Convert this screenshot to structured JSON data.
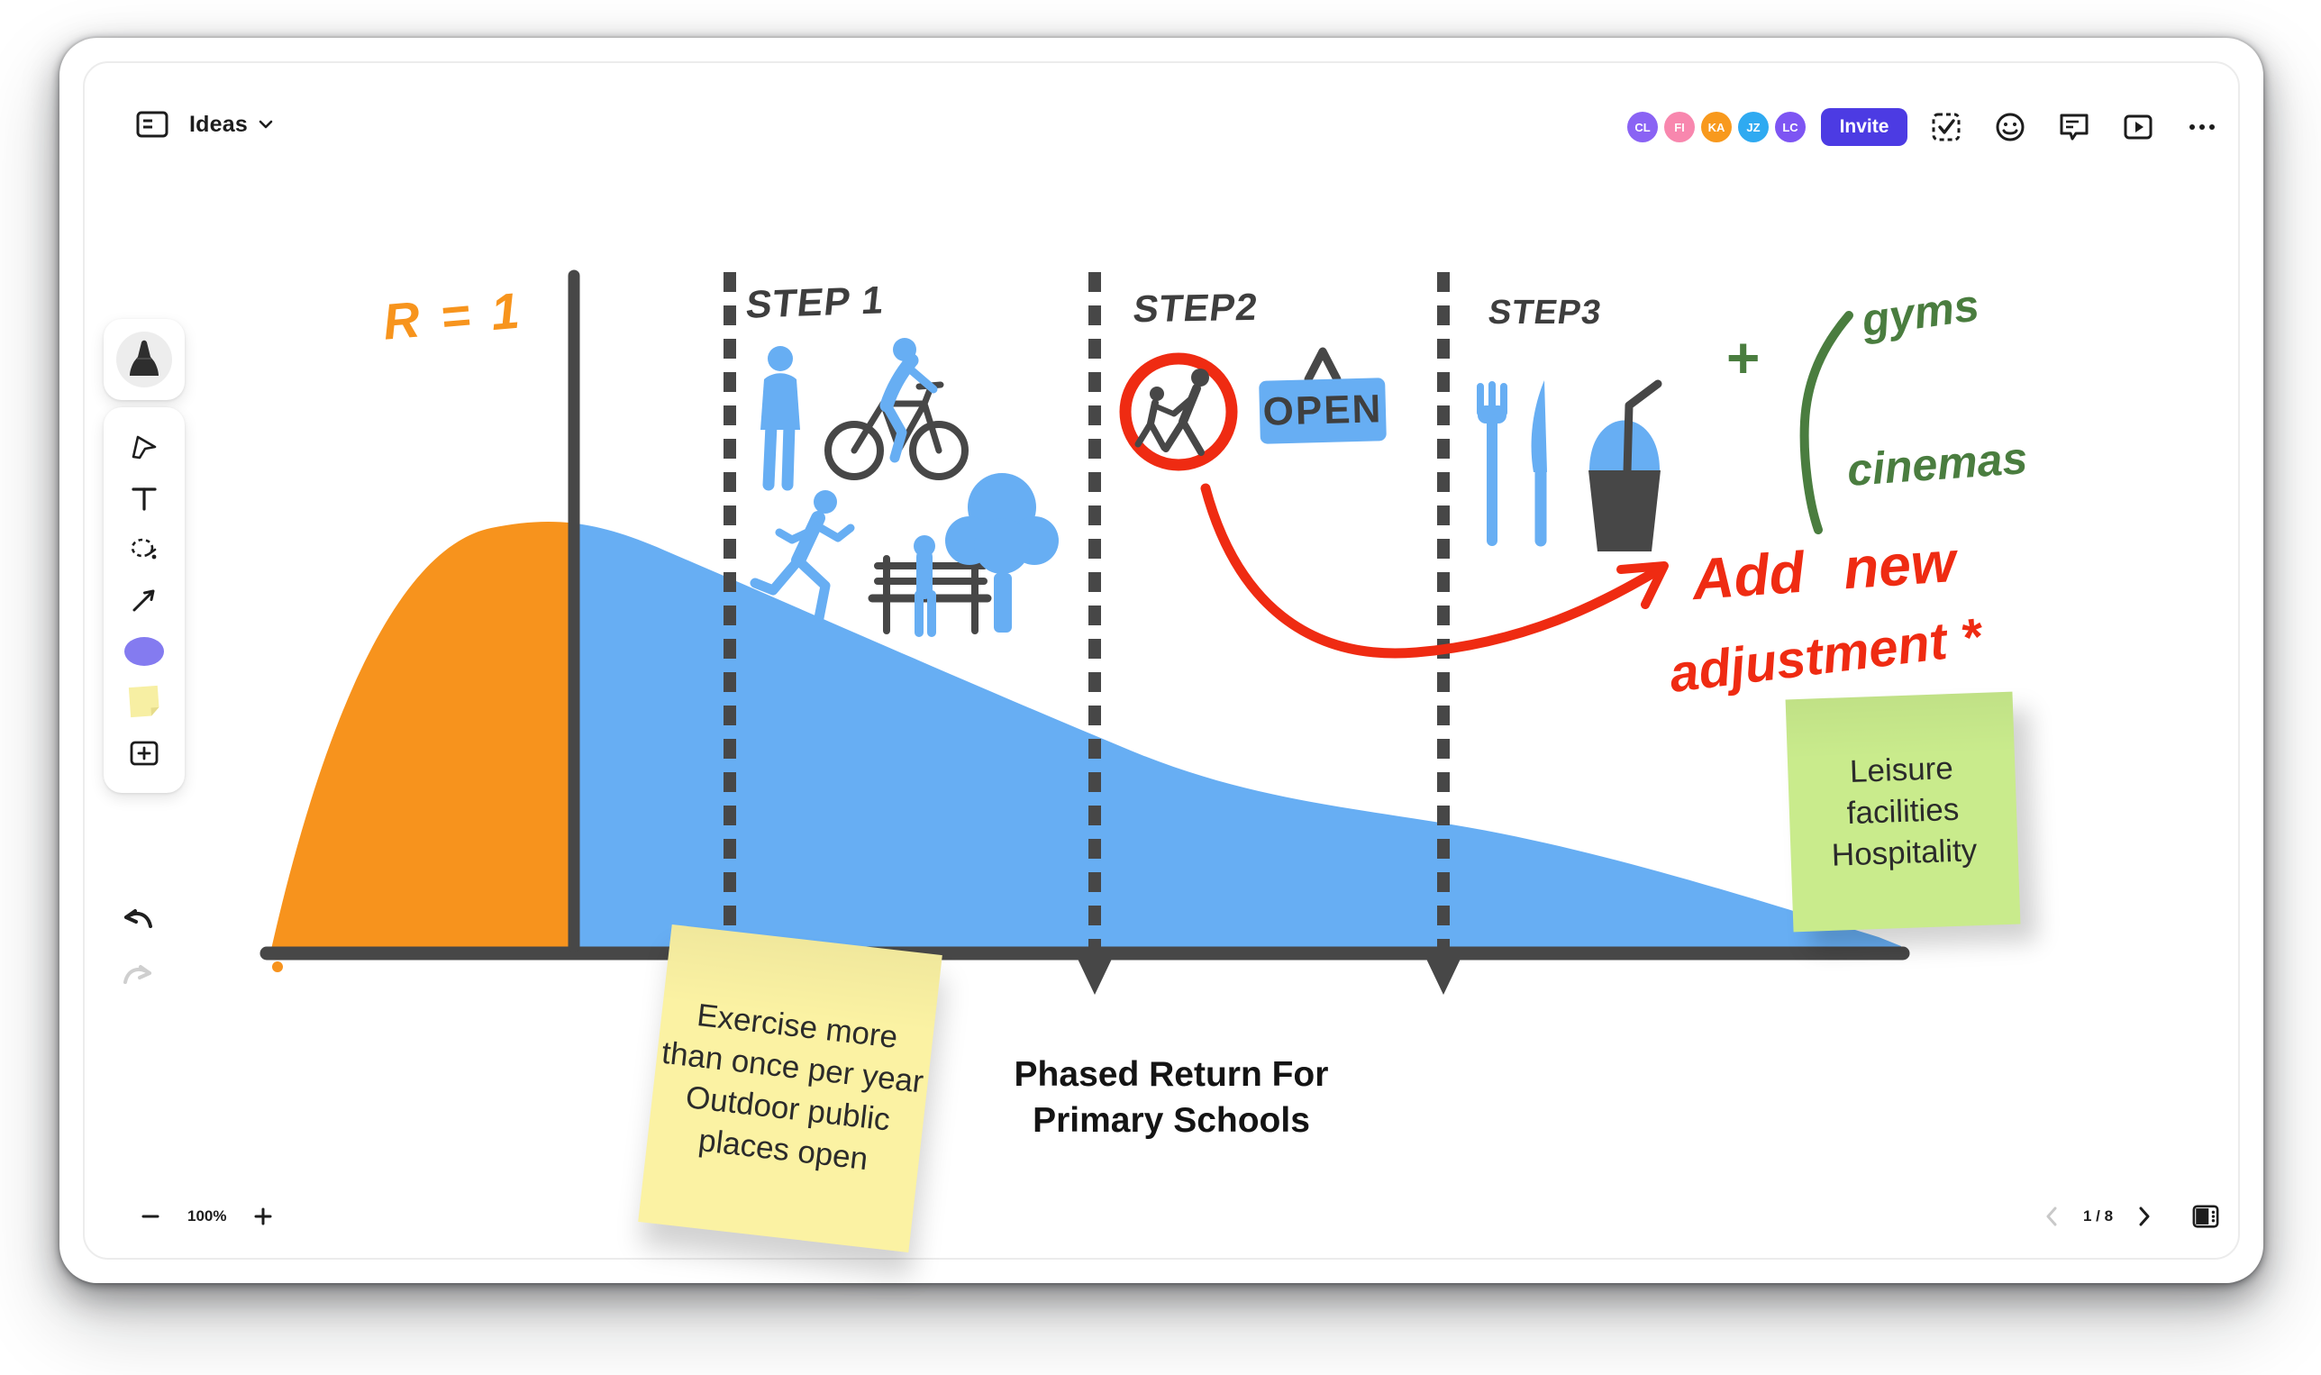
{
  "colors": {
    "blue": "#67AEF3",
    "orange": "#F7931D",
    "dark": "#474747",
    "red": "#EF2B12",
    "green_ink": "#4A7D3F",
    "sticky_yellow": "#FBF2A3",
    "sticky_green": "#C9EB8C",
    "invite_bg": "#4C3BE3",
    "tool_ellipse": "#847BF0",
    "tool_sticky": "#F7EFA3"
  },
  "header": {
    "board_name": "Ideas",
    "avatars": [
      {
        "initials": "CL",
        "color": "#8A63F4"
      },
      {
        "initials": "FI",
        "color": "#F887AE"
      },
      {
        "initials": "KA",
        "color": "#F8991D"
      },
      {
        "initials": "JZ",
        "color": "#2FAAF1"
      },
      {
        "initials": "LC",
        "color": "#7D55F3"
      }
    ],
    "invite_label": "Invite"
  },
  "canvas": {
    "r_label": "R = 1",
    "steps": [
      "STEP 1",
      "STEP2",
      "STEP3"
    ],
    "open_sign": "OPEN",
    "plus": "+",
    "gyms": "gyms",
    "cinemas": "cinemas",
    "add_note_line1": "Add new",
    "add_note_line2": "adjustment *",
    "title_lines": [
      "Phased Return For",
      "Primary Schools"
    ],
    "yellow_sticky_lines": [
      "Exercise more",
      "than once per year",
      "Outdoor public",
      "places open"
    ],
    "green_sticky_lines": [
      "Leisure",
      "facilities",
      "Hospitality"
    ]
  },
  "footer": {
    "zoom_level": "100%",
    "page_indicator": "1 / 8"
  }
}
